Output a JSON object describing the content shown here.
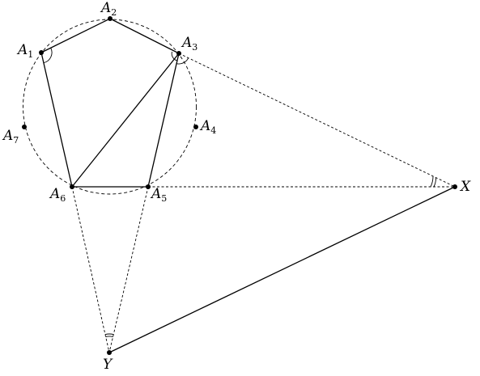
{
  "labels": {
    "A1": {
      "main": "A",
      "sub": "1"
    },
    "A2": {
      "main": "A",
      "sub": "2"
    },
    "A3": {
      "main": "A",
      "sub": "3"
    },
    "A4": {
      "main": "A",
      "sub": "4"
    },
    "A5": {
      "main": "A",
      "sub": "5"
    },
    "A6": {
      "main": "A",
      "sub": "6"
    },
    "A7": {
      "main": "A",
      "sub": "7"
    },
    "X": {
      "main": "X",
      "sub": ""
    },
    "Y": {
      "main": "Y",
      "sub": ""
    }
  }
}
